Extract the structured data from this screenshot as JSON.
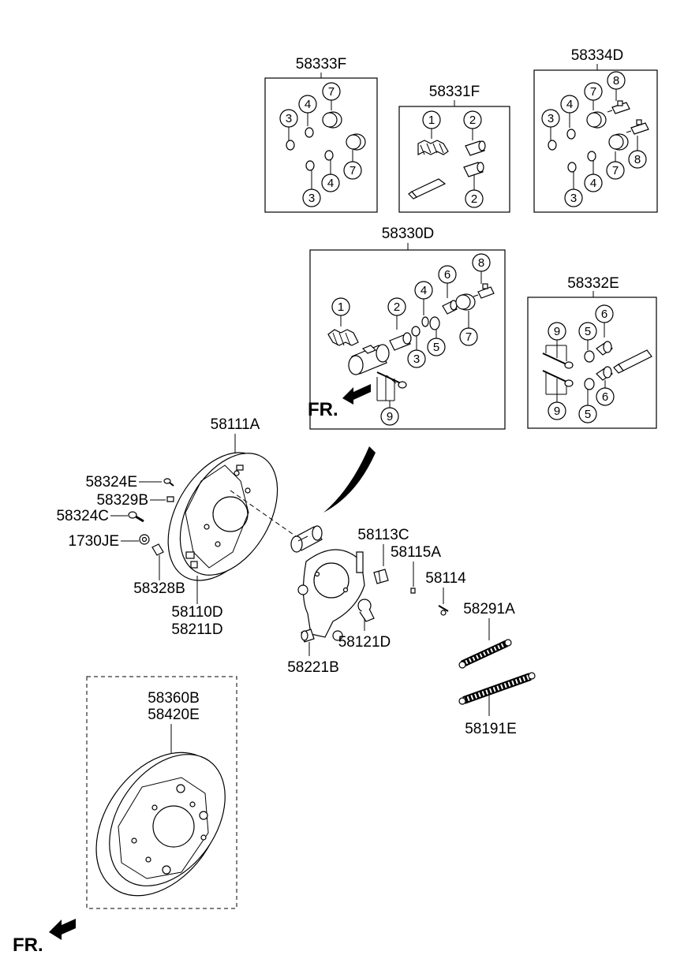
{
  "labels": {
    "kit_58333F": "58333F",
    "kit_58331F": "58331F",
    "kit_58334D": "58334D",
    "kit_58330D": "58330D",
    "kit_58332E": "58332E",
    "p58111A": "58111A",
    "p58324E": "58324E",
    "p58329B": "58329B",
    "p58324C": "58324C",
    "p1730JE": "1730JE",
    "p58328B": "58328B",
    "p58110D": "58110D",
    "p58211D": "58211D",
    "p58113C": "58113C",
    "p58115A": "58115A",
    "p58114": "58114",
    "p58291A": "58291A",
    "p58121D": "58121D",
    "p58221B": "58221B",
    "p58191E": "58191E",
    "p58360B": "58360B",
    "p58420E": "58420E",
    "fr_top": "FR.",
    "fr_bottom": "FR."
  },
  "callouts": {
    "one": "1",
    "two": "2",
    "three": "3",
    "four": "4",
    "five": "5",
    "six": "6",
    "seven": "7",
    "eight": "8",
    "nine": "9"
  }
}
